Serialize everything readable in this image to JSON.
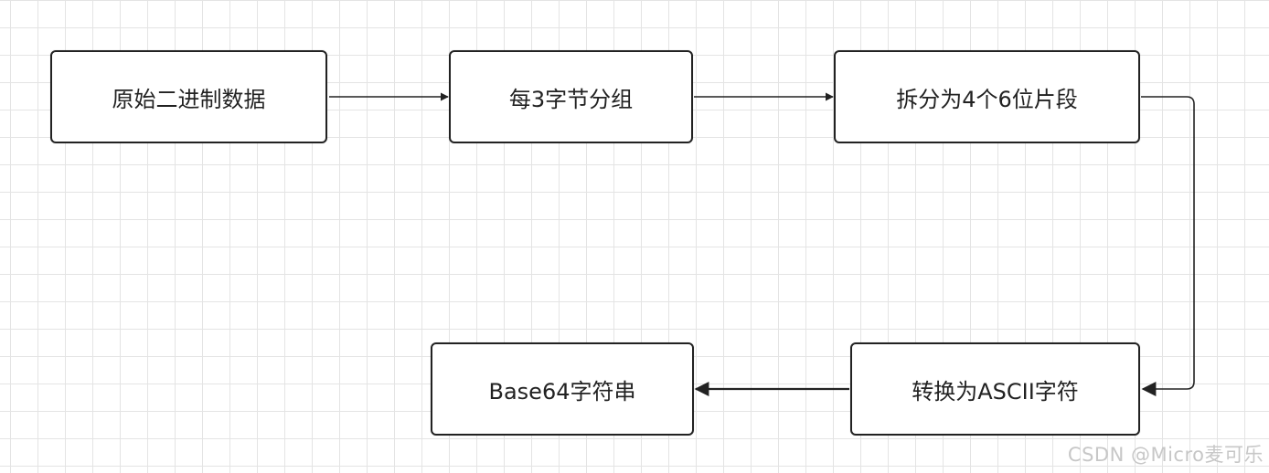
{
  "diagram": {
    "nodes": [
      {
        "id": "raw",
        "label": "原始二进制数据"
      },
      {
        "id": "group",
        "label": "每3字节分组"
      },
      {
        "id": "split",
        "label": "拆分为4个6位片段"
      },
      {
        "id": "convert",
        "label": "转换为ASCII字符"
      },
      {
        "id": "result",
        "label": "Base64字符串"
      }
    ],
    "edges": [
      {
        "from": "raw",
        "to": "group"
      },
      {
        "from": "group",
        "to": "split"
      },
      {
        "from": "split",
        "to": "convert"
      },
      {
        "from": "convert",
        "to": "result"
      }
    ],
    "colors": {
      "stroke": "#222222",
      "grid": "#e4e4e4",
      "watermark": "#c7c7c7"
    }
  },
  "watermark": "CSDN @Micro麦可乐"
}
